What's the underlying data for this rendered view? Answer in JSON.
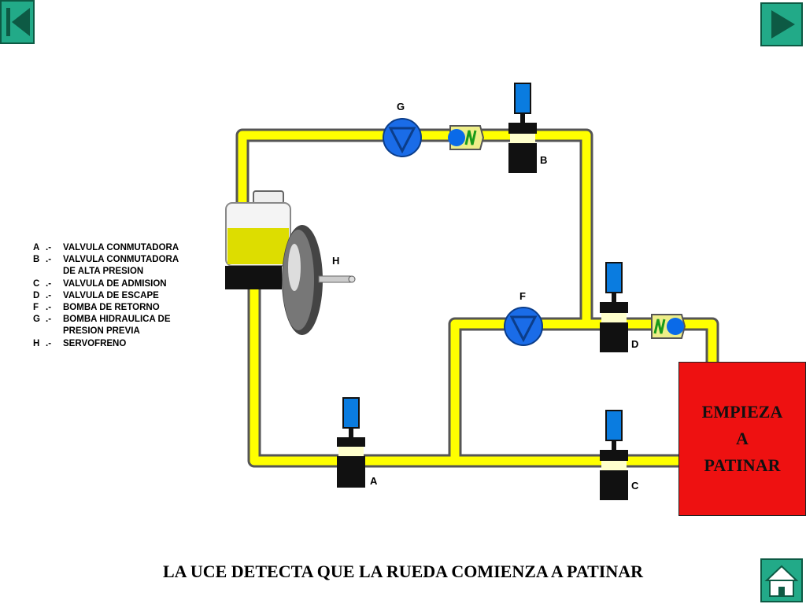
{
  "legend": [
    {
      "letter": "A",
      "sep": ".-",
      "text": "VALVULA CONMUTADORA"
    },
    {
      "letter": "B",
      "sep": ".-",
      "text": "VALVULA CONMUTADORA",
      "text2": "DE ALTA PRESION"
    },
    {
      "letter": "C",
      "sep": ".-",
      "text": "VALVULA DE ADMISION"
    },
    {
      "letter": "D",
      "sep": ".-",
      "text": "VALVULA DE ESCAPE"
    },
    {
      "letter": "F",
      "sep": ".-",
      "text": "BOMBA DE RETORNO"
    },
    {
      "letter": "G",
      "sep": ".-",
      "text": "BOMBA HIDRAULICA DE",
      "text2": "PRESION PREVIA"
    },
    {
      "letter": "H",
      "sep": ".-",
      "text": "SERVOFRENO"
    }
  ],
  "labels": {
    "a": "A",
    "b": "B",
    "c": "C",
    "d": "D",
    "f": "F",
    "g": "G",
    "h": "H"
  },
  "alert": {
    "line1": "EMPIEZA",
    "line2": "A",
    "line3": "PATINAR"
  },
  "caption": "LA UCE DETECTA QUE LA RUEDA COMIENZA A PATINAR",
  "icons": {
    "first": "skip-first-icon",
    "next": "play-next-icon",
    "home": "home-icon"
  },
  "colors": {
    "pipe": "#ffff00",
    "pipe_border": "#555555",
    "nav": "#22aa88",
    "alert": "#ee1111",
    "valve_blue": "#0a7ce0",
    "pump_blue": "#1a6ce8"
  }
}
